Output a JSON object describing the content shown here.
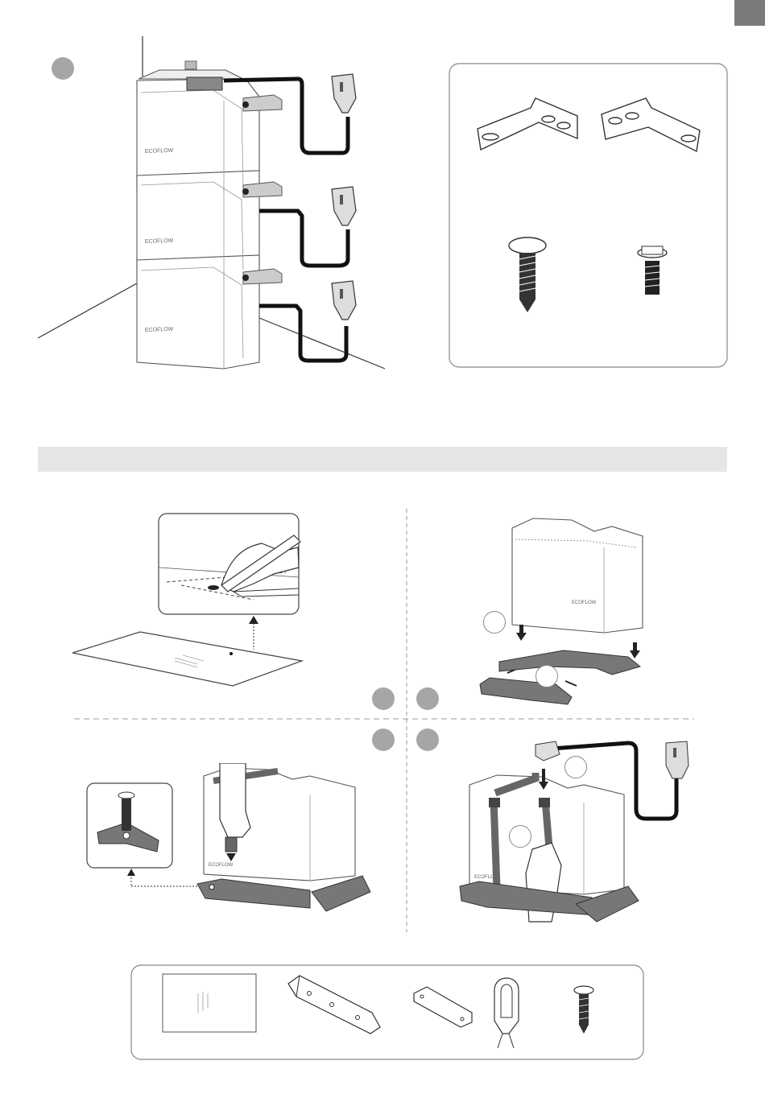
{
  "product": {
    "brand_mark": "ECOFLOW"
  },
  "colors": {
    "accent_grey": "#7b7b7b",
    "section_bar": "#e6e6e6",
    "step_marker": "#a6a6a6",
    "cable": "#111111",
    "bracket": "#777777"
  },
  "icons": {
    "corner": "page-tab",
    "steps": [
      "step-marker",
      "step-marker",
      "step-marker",
      "step-marker",
      "step-marker"
    ],
    "parts_top": [
      "l-bracket-icon",
      "l-bracket-icon",
      "wood-screw-icon",
      "machine-screw-icon"
    ],
    "parts_bottom": [
      "template-sheet-icon",
      "base-rail-icon",
      "angle-bracket-icon",
      "strap-icon",
      "tapping-screw-icon"
    ]
  }
}
